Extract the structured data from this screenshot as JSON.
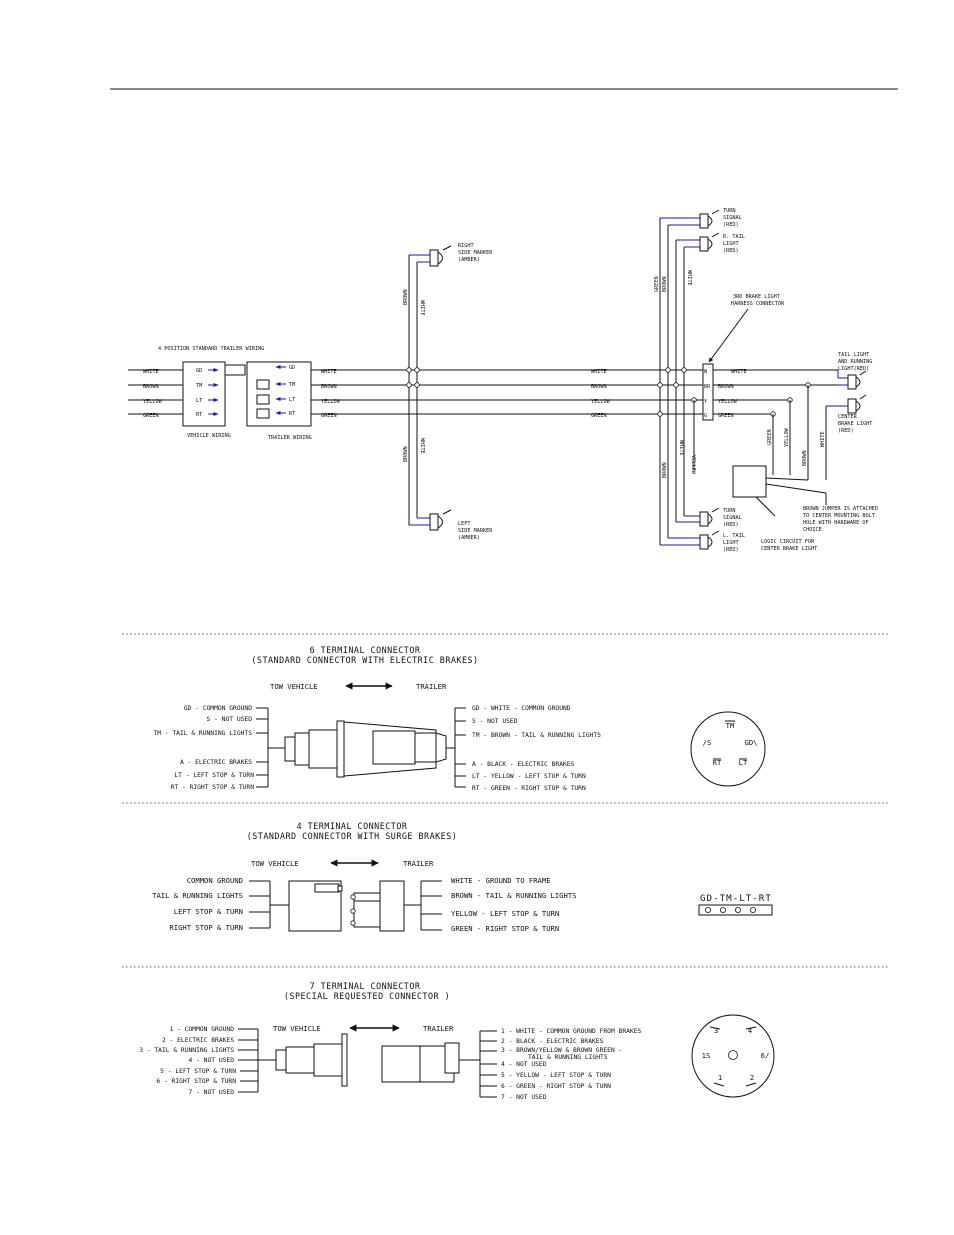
{
  "schematic": {
    "std_label": "4 POSITION STANDARD TRAILER WIRING",
    "vehicle_label": "VEHICLE WIRING",
    "trailer_label": "TRAILER WIRING",
    "vehicle_pins": [
      "GD",
      "TM",
      "LT",
      "RT"
    ],
    "trailer_pins": [
      "GD",
      "TM",
      "LT",
      "RT"
    ],
    "wire_colors": [
      "WHITE",
      "BROWN",
      "YELLOW",
      "GREEN"
    ],
    "harness_pins": [
      "W",
      "BR",
      "Y",
      "G"
    ],
    "branch_wire_white": "WHITE",
    "branch_wire_brown": "BROWN",
    "branch_wire_yellow": "YELLOW",
    "branch_wire_green": "GREEN",
    "right_marker": [
      "RIGHT",
      "SIDE MARKER",
      "(AMBER)"
    ],
    "left_marker": [
      "LEFT",
      "SIDE MARKER",
      "(AMBER)"
    ],
    "r_turn": [
      "TURN",
      "SIGNAL",
      "(RED)"
    ],
    "r_tail": [
      "R. TAIL",
      "LIGHT",
      "(RED)"
    ],
    "l_turn": [
      "TURN",
      "SIGNAL",
      "(RED)"
    ],
    "l_tail": [
      "L. TAIL",
      "LIGHT",
      "(RED)"
    ],
    "third_brake_harness": [
      "3RD BRAKE LIGHT",
      "HARNESS CONNECTOR"
    ],
    "tail_running": [
      "TAIL LIGHT",
      "AND RUNNING",
      "LIGHT(RED)"
    ],
    "center_brake": [
      "CENTER",
      "BRAKE LIGHT",
      "(RED)"
    ],
    "brown_jumper": [
      "BROWN JUMPER IS ATTACHED",
      "TO CENTER MOUNTING BOLT",
      "HOLE WITH HARDWARE OF",
      "CHOICE"
    ],
    "logic_circuit": [
      "LOGIC CIRCUIT FOR",
      "CENTER BRAKE LIGHT"
    ]
  },
  "common": {
    "tow_vehicle": "TOW VEHICLE",
    "trailer": "TRAILER"
  },
  "six_terminal": {
    "title": "6 TERMINAL CONNECTOR",
    "subtitle": "(STANDARD CONNECTOR WITH ELECTRIC BRAKES)",
    "left_labels": [
      "GD - COMMON GROUND",
      "S - NOT USED",
      "TM - TAIL & RUNNING LIGHTS",
      "A - ELECTRIC BRAKES",
      "LT - LEFT STOP & TURN",
      "RT - RIGHT STOP & TURN"
    ],
    "right_labels": [
      "GD - WHITE - COMMON GROUND",
      "S - NOT USED",
      "TM - BROWN - TAIL & RUNNING LIGHTS",
      "A - BLACK - ELECTRIC BRAKES",
      "LT - YELLOW - LEFT STOP & TURN",
      "RT - GREEN - RIGHT STOP & TURN"
    ],
    "face_pins": [
      "TM",
      "/S",
      "GD\\",
      "RT",
      "LT"
    ]
  },
  "four_terminal": {
    "title": "4 TERMINAL CONNECTOR",
    "subtitle": "(STANDARD CONNECTOR WITH SURGE BRAKES)",
    "left_labels": [
      "COMMON GROUND",
      "TAIL & RUNNING LIGHTS",
      "LEFT STOP & TURN",
      "RIGHT STOP & TURN"
    ],
    "right_labels": [
      "WHITE - GROUND TO FRAME",
      "BROWN - TAIL & RUNNING LIGHTS",
      "YELLOW - LEFT STOP & TURN",
      "GREEN - RIGHT STOP & TURN"
    ],
    "face_label": "GD-TM-LT-RT"
  },
  "seven_terminal": {
    "title": "7 TERMINAL CONNECTOR",
    "subtitle": "(SPECIAL REQUESTED CONNECTOR )",
    "left_labels": [
      "1 - COMMON GROUND",
      "2 - ELECTRIC BRAKES",
      "3 - TAIL & RUNNING LIGHTS",
      "4 - NOT USED",
      "5 - LEFT STOP & TURN",
      "6 - RIGHT STOP & TURN",
      "7 - NOT USED"
    ],
    "right_labels": [
      "1 - WHITE - COMMON GROUND FROM BRAKES",
      "2 - BLACK - ELECTRIC BRAKES",
      "3 - BROWN/YELLOW & BROWN GREEN -",
      "TAIL & RUNNING LIGHTS",
      "4 - NOT USED",
      "5 - YELLOW - LEFT STOP & TURN",
      "6 - GREEN - RIGHT STOP & TURN",
      "7 - NOT USED"
    ],
    "face_pins": [
      "3",
      "4",
      "1S",
      "6/",
      "1",
      "2"
    ]
  }
}
